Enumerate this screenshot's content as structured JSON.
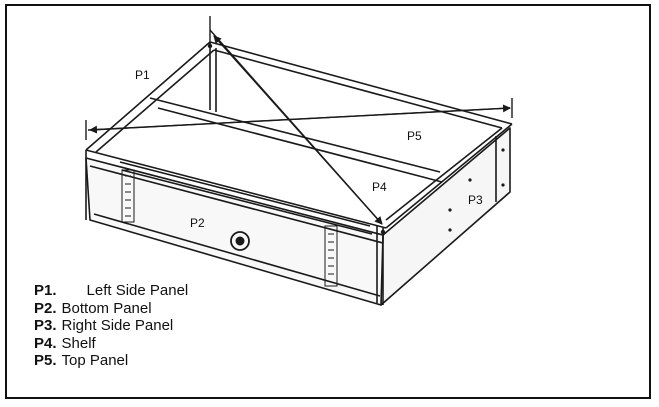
{
  "callouts": {
    "p1": "P1",
    "p2": "P2",
    "p3": "P3",
    "p4": "P4",
    "p5": "P5"
  },
  "legend": [
    {
      "code": "P1.",
      "label": "Left Side Panel"
    },
    {
      "code": "P2.",
      "label": "Bottom Panel"
    },
    {
      "code": "P3.",
      "label": "Right Side Panel"
    },
    {
      "code": "P4.",
      "label": "Shelf"
    },
    {
      "code": "P5.",
      "label": "Top Panel"
    }
  ],
  "colors": {
    "line": "#1a1a1a",
    "frame": "#111111",
    "panel_shade": "#f2f2f2"
  }
}
